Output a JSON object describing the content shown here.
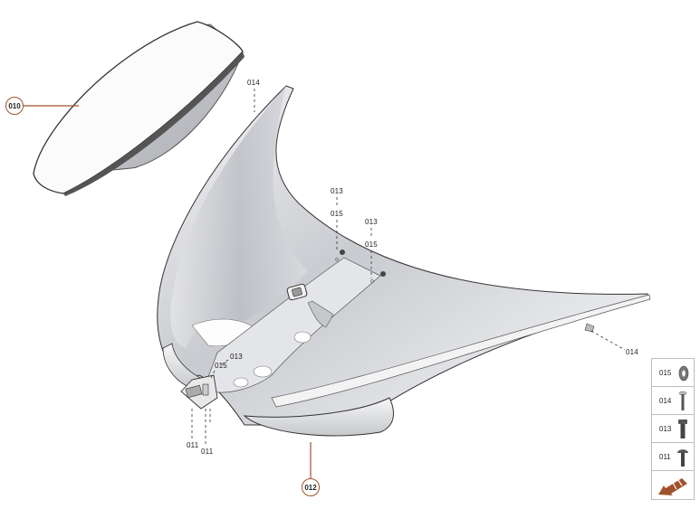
{
  "diagram": {
    "type": "exploded parts diagram",
    "accent_color": "#a0522d",
    "callouts": [
      {
        "id": "010",
        "label": "010"
      },
      {
        "id": "012",
        "label": "012"
      }
    ],
    "part_labels": {
      "top_014": "014",
      "center_013_a": "013",
      "center_015_a": "015",
      "center_013_b": "013",
      "center_015_b": "015",
      "right_014": "014",
      "left_013": "013",
      "left_015": "015",
      "bottom_011_a": "011",
      "bottom_011_b": "011"
    }
  },
  "legend": {
    "rows": [
      {
        "code": "015",
        "icon": "washer-icon"
      },
      {
        "code": "014",
        "icon": "long-screw-icon"
      },
      {
        "code": "013",
        "icon": "bolt-icon"
      },
      {
        "code": "011",
        "icon": "pan-head-screw-icon"
      }
    ],
    "footer_icon": "arrow-left-down-icon"
  }
}
